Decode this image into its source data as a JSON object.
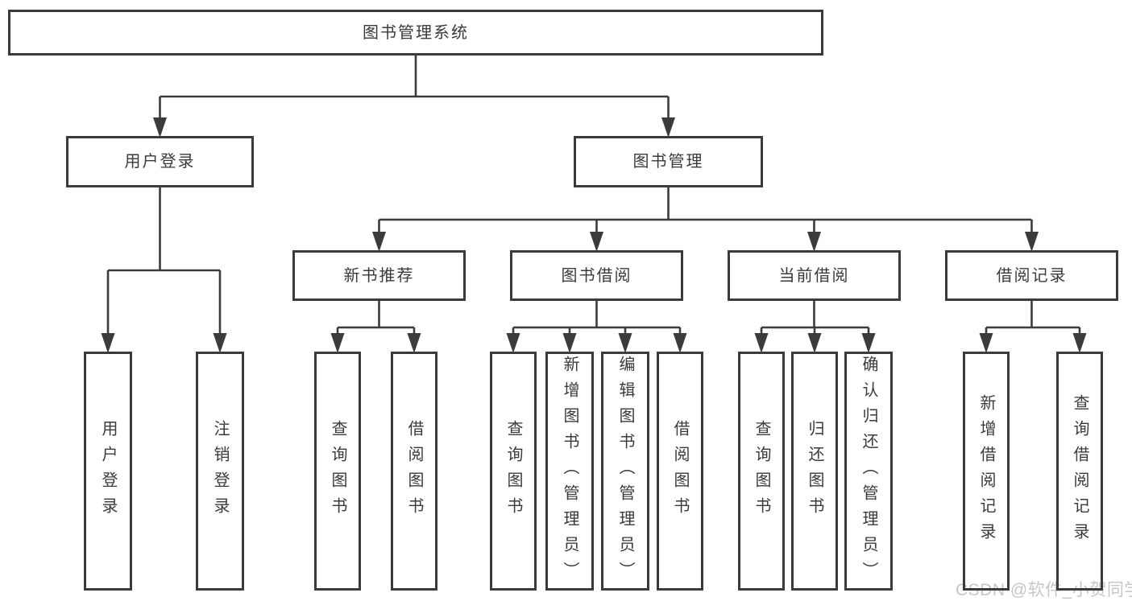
{
  "diagram": {
    "type": "hierarchy-flowchart",
    "watermark": "CSDN @软件_小贺同学",
    "colors": {
      "line": "#3b3b3b",
      "border": "#3b3b3b",
      "text": "#3a3a3a",
      "watermark": "#c6c6c6",
      "background": "#ffffff"
    },
    "nodes": [
      {
        "id": "root",
        "label": "图书管理系统",
        "level": 1,
        "orientation": "horizontal"
      },
      {
        "id": "user-login",
        "label": "用户登录",
        "level": 2,
        "orientation": "horizontal"
      },
      {
        "id": "book-mgmt",
        "label": "图书管理",
        "level": 2,
        "orientation": "horizontal"
      },
      {
        "id": "new-book-rec",
        "label": "新书推荐",
        "level": 3,
        "orientation": "horizontal"
      },
      {
        "id": "book-borrow",
        "label": "图书借阅",
        "level": 3,
        "orientation": "horizontal"
      },
      {
        "id": "current-borrow",
        "label": "当前借阅",
        "level": 3,
        "orientation": "horizontal"
      },
      {
        "id": "borrow-records",
        "label": "借阅记录",
        "level": 3,
        "orientation": "horizontal"
      },
      {
        "id": "user-login-op",
        "label": "用户登录",
        "level": 4,
        "orientation": "vertical"
      },
      {
        "id": "logout-op",
        "label": "注销登录",
        "level": 4,
        "orientation": "vertical"
      },
      {
        "id": "query-book-1",
        "label": "查询图书",
        "level": 4,
        "orientation": "vertical"
      },
      {
        "id": "borrow-book-1",
        "label": "借阅图书",
        "level": 4,
        "orientation": "vertical"
      },
      {
        "id": "query-book-2",
        "label": "查询图书",
        "level": 4,
        "orientation": "vertical"
      },
      {
        "id": "add-book-admin",
        "label": "新增图书（管理员）",
        "level": 4,
        "orientation": "vertical"
      },
      {
        "id": "edit-book-admin",
        "label": "编辑图书（管理员）",
        "level": 4,
        "orientation": "vertical"
      },
      {
        "id": "borrow-book-2",
        "label": "借阅图书",
        "level": 4,
        "orientation": "vertical"
      },
      {
        "id": "query-book-3",
        "label": "查询图书",
        "level": 4,
        "orientation": "vertical"
      },
      {
        "id": "return-book",
        "label": "归还图书",
        "level": 4,
        "orientation": "vertical"
      },
      {
        "id": "confirm-return-admin",
        "label": "确认归还（管理员）",
        "level": 4,
        "orientation": "vertical"
      },
      {
        "id": "add-borrow-record",
        "label": "新增借阅记录",
        "level": 4,
        "orientation": "vertical"
      },
      {
        "id": "query-borrow-record",
        "label": "查询借阅记录",
        "level": 4,
        "orientation": "vertical"
      }
    ],
    "edges": [
      {
        "from": "root",
        "to": "user-login"
      },
      {
        "from": "root",
        "to": "book-mgmt"
      },
      {
        "from": "user-login",
        "to": "user-login-op"
      },
      {
        "from": "user-login",
        "to": "logout-op"
      },
      {
        "from": "book-mgmt",
        "to": "new-book-rec"
      },
      {
        "from": "book-mgmt",
        "to": "book-borrow"
      },
      {
        "from": "book-mgmt",
        "to": "current-borrow"
      },
      {
        "from": "book-mgmt",
        "to": "borrow-records"
      },
      {
        "from": "new-book-rec",
        "to": "query-book-1"
      },
      {
        "from": "new-book-rec",
        "to": "borrow-book-1"
      },
      {
        "from": "book-borrow",
        "to": "query-book-2"
      },
      {
        "from": "book-borrow",
        "to": "add-book-admin"
      },
      {
        "from": "book-borrow",
        "to": "edit-book-admin"
      },
      {
        "from": "book-borrow",
        "to": "borrow-book-2"
      },
      {
        "from": "current-borrow",
        "to": "query-book-3"
      },
      {
        "from": "current-borrow",
        "to": "return-book"
      },
      {
        "from": "current-borrow",
        "to": "confirm-return-admin"
      },
      {
        "from": "borrow-records",
        "to": "add-borrow-record"
      },
      {
        "from": "borrow-records",
        "to": "query-borrow-record"
      }
    ]
  }
}
